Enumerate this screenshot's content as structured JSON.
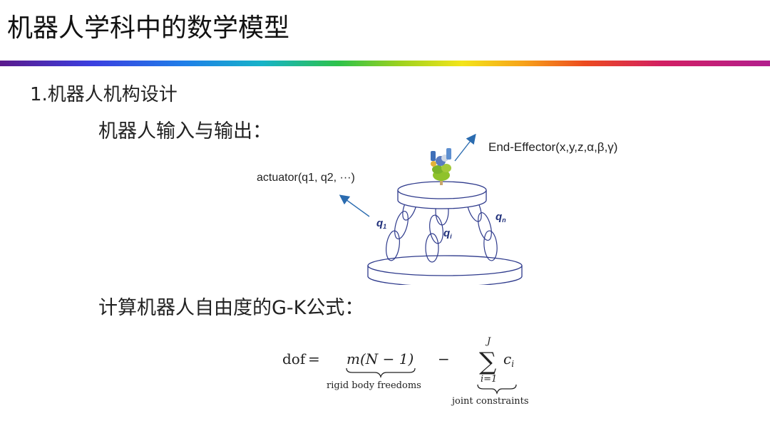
{
  "slide": {
    "title": "机器人学科中的数学模型",
    "section_heading": "1.机器人机构设计",
    "subheading_io": "机器人输入与输出：",
    "subheading_gk": "计算机器人自由度的G-K公式："
  },
  "diagram": {
    "actuator_label": "actuator(q1, q2, ···)",
    "end_effector_label": "End-Effector(x,y,z,α,β,γ)",
    "q1_label": "q",
    "q1_sub": "1",
    "qi_label": "q",
    "qi_sub": "i",
    "qn_label": "q",
    "qn_sub": "n"
  },
  "formula": {
    "lhs": "dof",
    "equals": "=",
    "term1": "m(N − 1)",
    "term1_note": "rigid body freedoms",
    "minus": "−",
    "sum_upper": "J",
    "sum_symbol": "∑",
    "sum_lower": "i=1",
    "sum_term": "c",
    "sum_term_sub": "i",
    "term2_note": "joint constraints"
  },
  "colors": {
    "diagram_stroke": "#2e3a8c",
    "arrow": "#2b6cb0",
    "label_q": "#1f2f7a"
  }
}
